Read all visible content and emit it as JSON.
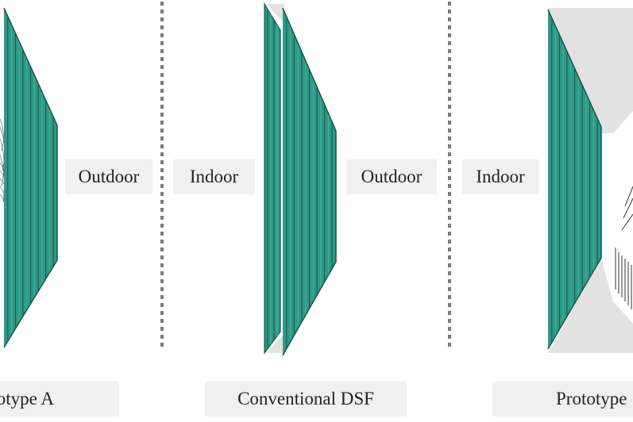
{
  "colors": {
    "glass": "#2e9a86",
    "glass_edge": "#17564b",
    "glass_light": "#46b39c",
    "frame_grey": "#e2e2e2",
    "divider": "#7a7a7a",
    "label_bg": "#f0f0f0"
  },
  "panels": [
    {
      "outdoor": "Outdoor",
      "caption": "ototype A"
    },
    {
      "indoor": "Indoor",
      "outdoor": "Outdoor",
      "caption": "Conventional DSF"
    },
    {
      "indoor": "Indoor",
      "caption": "Prototype"
    }
  ]
}
